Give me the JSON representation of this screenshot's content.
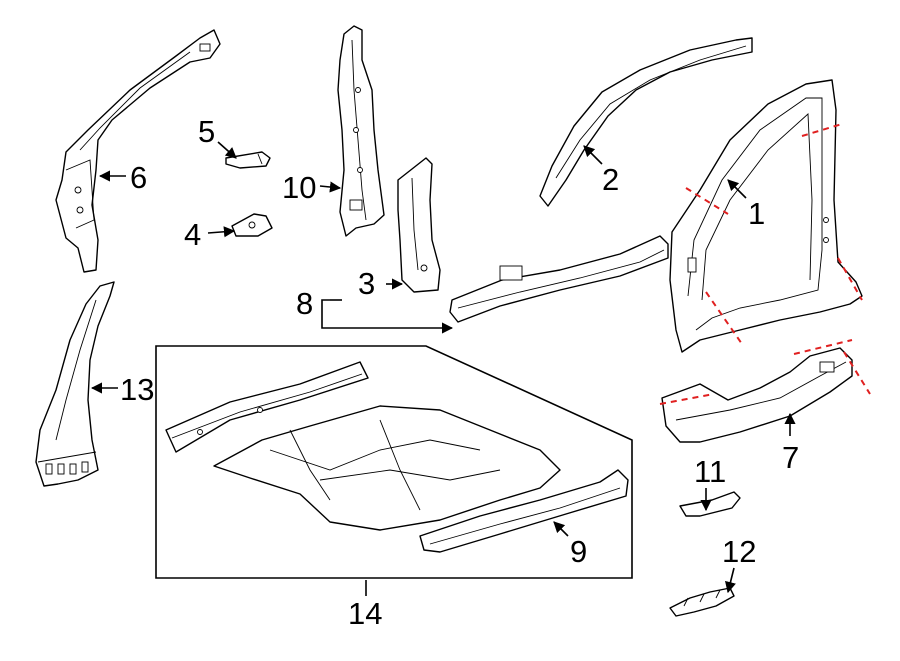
{
  "diagram": {
    "callouts": {
      "c1": "1",
      "c2": "2",
      "c3": "3",
      "c4": "4",
      "c5": "5",
      "c6": "6",
      "c7": "7",
      "c8": "8",
      "c9": "9",
      "c10": "10",
      "c11": "11",
      "c12": "12",
      "c13": "13",
      "c14": "14"
    },
    "colors": {
      "line": "#000000",
      "cut_marks": "#e02020",
      "background": "#ffffff"
    }
  }
}
